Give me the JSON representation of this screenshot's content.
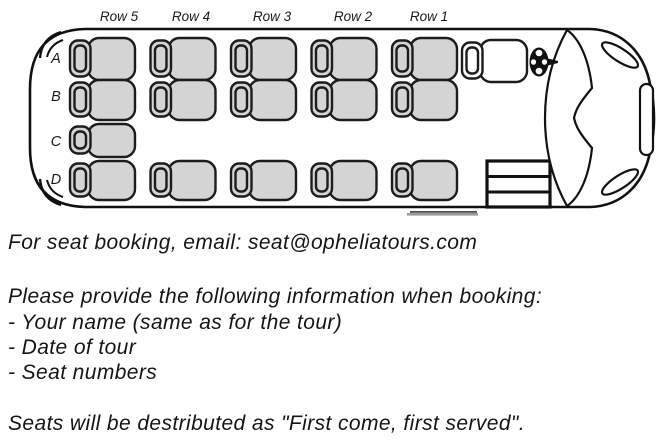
{
  "diagram": {
    "row_labels": [
      "Row 5",
      "Row 4",
      "Row 3",
      "Row 2",
      "Row 1"
    ],
    "seat_letters": [
      "A",
      "B",
      "C",
      "D"
    ],
    "seat_map": {
      "columns": [
        {
          "label": "Row 5",
          "seats": [
            "A",
            "B",
            "C",
            "D"
          ]
        },
        {
          "label": "Row 4",
          "seats": [
            "A",
            "B",
            "D"
          ]
        },
        {
          "label": "Row 3",
          "seats": [
            "A",
            "B",
            "D"
          ]
        },
        {
          "label": "Row 2",
          "seats": [
            "A",
            "B",
            "D"
          ]
        },
        {
          "label": "Row 1",
          "seats": [
            "A",
            "B",
            "D"
          ]
        }
      ],
      "driver_seat": "driver"
    },
    "colors": {
      "seat_fill": "#d4d4d4",
      "seat_outline": "#1c1c1c",
      "bus_outline": "#111111",
      "driver_seat_fill": "#ffffff",
      "door_marker_dark": "#4d4d4d",
      "door_marker_light": "#9a9a9a"
    }
  },
  "booking_info": {
    "email_line": "For seat booking, email: seat@opheliatours.com",
    "instructions_heading": "Please provide the following information when booking:",
    "instruction_items": [
      "- Your name (same as for the tour)",
      "- Date of tour",
      "- Seat numbers"
    ],
    "distribution_note": "Seats will be destributed as \"First come, first served\"."
  }
}
